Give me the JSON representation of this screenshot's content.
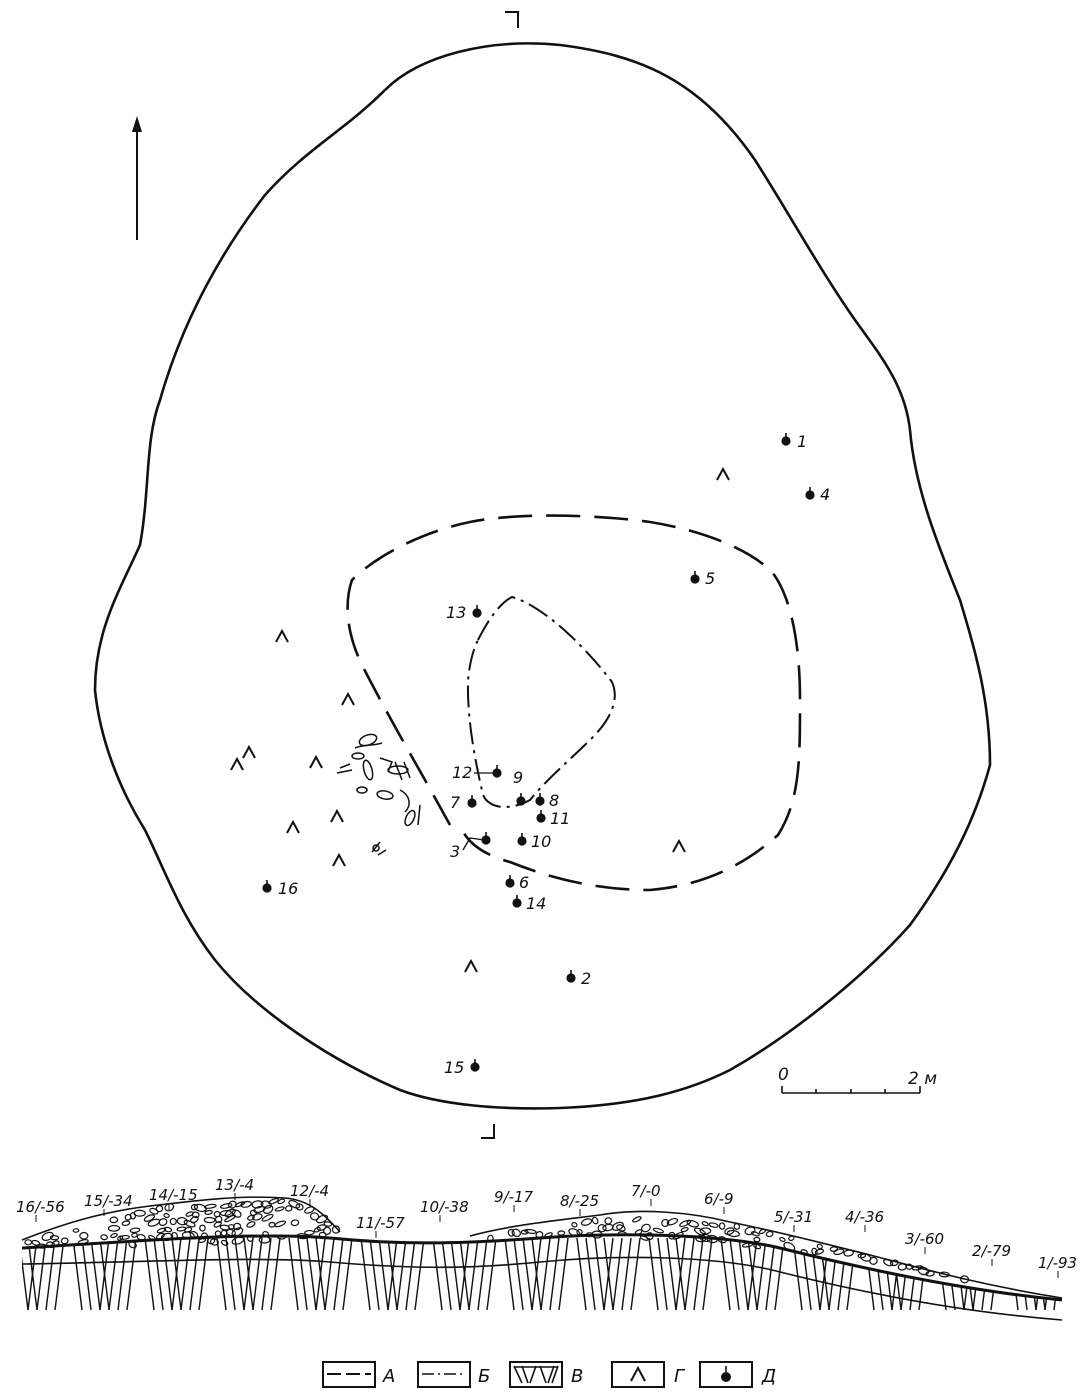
{
  "colors": {
    "ink": "#111111",
    "paper": "#ffffff"
  },
  "scale_bar": {
    "start_label": "0",
    "end_label": "2 м"
  },
  "finds": [
    {
      "label": "1"
    },
    {
      "label": "2"
    },
    {
      "label": "3"
    },
    {
      "label": "4"
    },
    {
      "label": "5"
    },
    {
      "label": "6"
    },
    {
      "label": "7"
    },
    {
      "label": "8"
    },
    {
      "label": "9"
    },
    {
      "label": "10"
    },
    {
      "label": "11"
    },
    {
      "label": "12"
    },
    {
      "label": "13"
    },
    {
      "label": "14"
    },
    {
      "label": "15"
    },
    {
      "label": "16"
    }
  ],
  "section_labels": [
    "16/-56",
    "15/-34",
    "14/-15",
    "13/-4",
    "12/-4",
    "11/-57",
    "10/-38",
    "9/-17",
    "8/-25",
    "7/-0",
    "6/-9",
    "5/-31",
    "4/-36",
    "3/-60",
    "2/-79",
    "1/-93"
  ],
  "legend": [
    {
      "key": "A",
      "label": "А",
      "symbol": "dashed-line"
    },
    {
      "key": "B",
      "label": "Б",
      "symbol": "dash-dot-line"
    },
    {
      "key": "V",
      "label": "В",
      "symbol": "hatched-soil"
    },
    {
      "key": "G",
      "label": "Г",
      "symbol": "caret-mark"
    },
    {
      "key": "D",
      "label": "Д",
      "symbol": "find-dot"
    }
  ]
}
